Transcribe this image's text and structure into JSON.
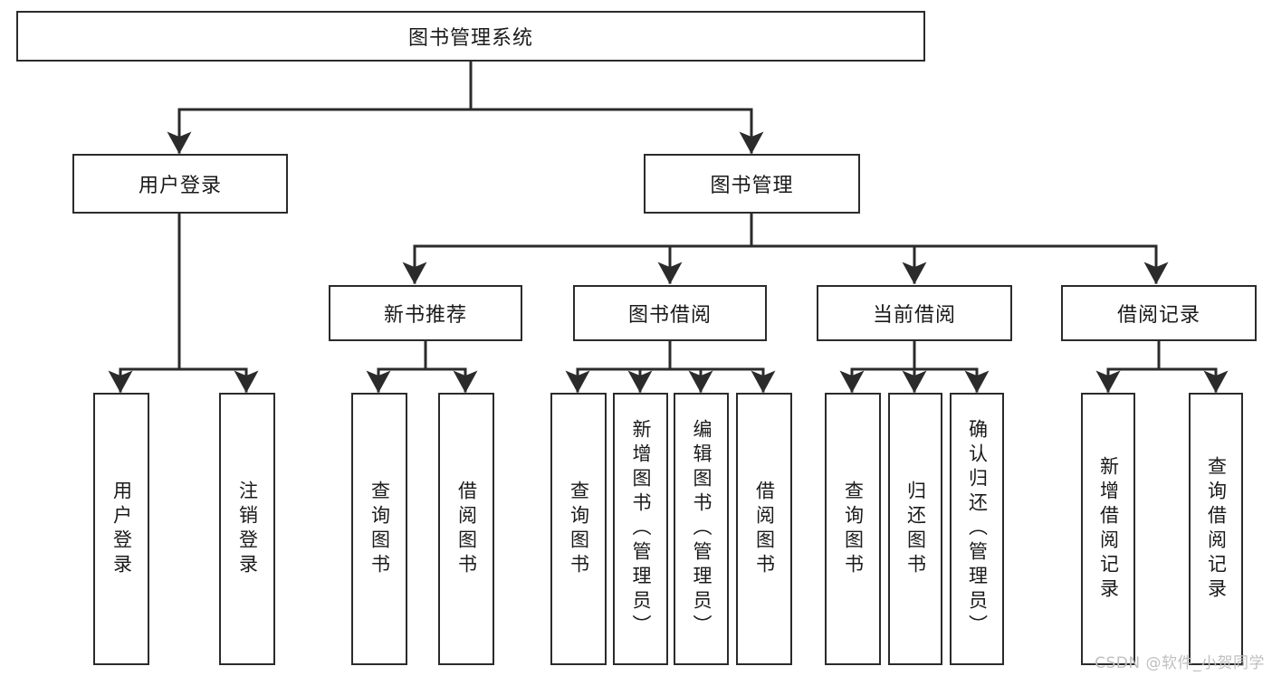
{
  "diagram": {
    "type": "tree-hierarchy",
    "title": "图书管理系统",
    "watermark": "CSDN @软件_小贺同学",
    "colors": {
      "stroke": "#2b2b2b",
      "fill": "#ffffff",
      "text": "#1a1a1a",
      "watermark": "#bfbfbf"
    },
    "nodes": {
      "root": {
        "label": "图书管理系统",
        "orientation": "horizontal"
      },
      "level2": [
        {
          "id": "user-login",
          "label": "用户登录",
          "orientation": "horizontal"
        },
        {
          "id": "book-manage",
          "label": "图书管理",
          "orientation": "horizontal"
        }
      ],
      "level3": [
        {
          "id": "new-book-recommend",
          "label": "新书推荐",
          "orientation": "horizontal"
        },
        {
          "id": "book-borrow",
          "label": "图书借阅",
          "orientation": "horizontal"
        },
        {
          "id": "current-borrow",
          "label": "当前借阅",
          "orientation": "horizontal"
        },
        {
          "id": "borrow-record",
          "label": "借阅记录",
          "orientation": "horizontal"
        }
      ],
      "leaves": [
        {
          "id": "leaf-user-login",
          "label": "用户登录",
          "parent": "user-login",
          "orientation": "vertical"
        },
        {
          "id": "leaf-user-logout",
          "label": "注销登录",
          "parent": "user-login",
          "orientation": "vertical"
        },
        {
          "id": "leaf-query-book-1",
          "label": "查询图书",
          "parent": "new-book-recommend",
          "orientation": "vertical"
        },
        {
          "id": "leaf-borrow-book-1",
          "label": "借阅图书",
          "parent": "new-book-recommend",
          "orientation": "vertical"
        },
        {
          "id": "leaf-query-book-2",
          "label": "查询图书",
          "parent": "book-borrow",
          "orientation": "vertical"
        },
        {
          "id": "leaf-add-book",
          "label": "新增图书（管理员）",
          "parent": "book-borrow",
          "orientation": "vertical"
        },
        {
          "id": "leaf-edit-book",
          "label": "编辑图书（管理员）",
          "parent": "book-borrow",
          "orientation": "vertical"
        },
        {
          "id": "leaf-borrow-book-2",
          "label": "借阅图书",
          "parent": "book-borrow",
          "orientation": "vertical"
        },
        {
          "id": "leaf-query-book-3",
          "label": "查询图书",
          "parent": "current-borrow",
          "orientation": "vertical"
        },
        {
          "id": "leaf-return-book",
          "label": "归还图书",
          "parent": "current-borrow",
          "orientation": "vertical"
        },
        {
          "id": "leaf-confirm-return",
          "label": "确认归还（管理员）",
          "parent": "current-borrow",
          "orientation": "vertical"
        },
        {
          "id": "leaf-add-record",
          "label": "新增借阅记录",
          "parent": "borrow-record",
          "orientation": "vertical"
        },
        {
          "id": "leaf-query-record",
          "label": "查询借阅记录",
          "parent": "borrow-record",
          "orientation": "vertical"
        }
      ]
    }
  }
}
